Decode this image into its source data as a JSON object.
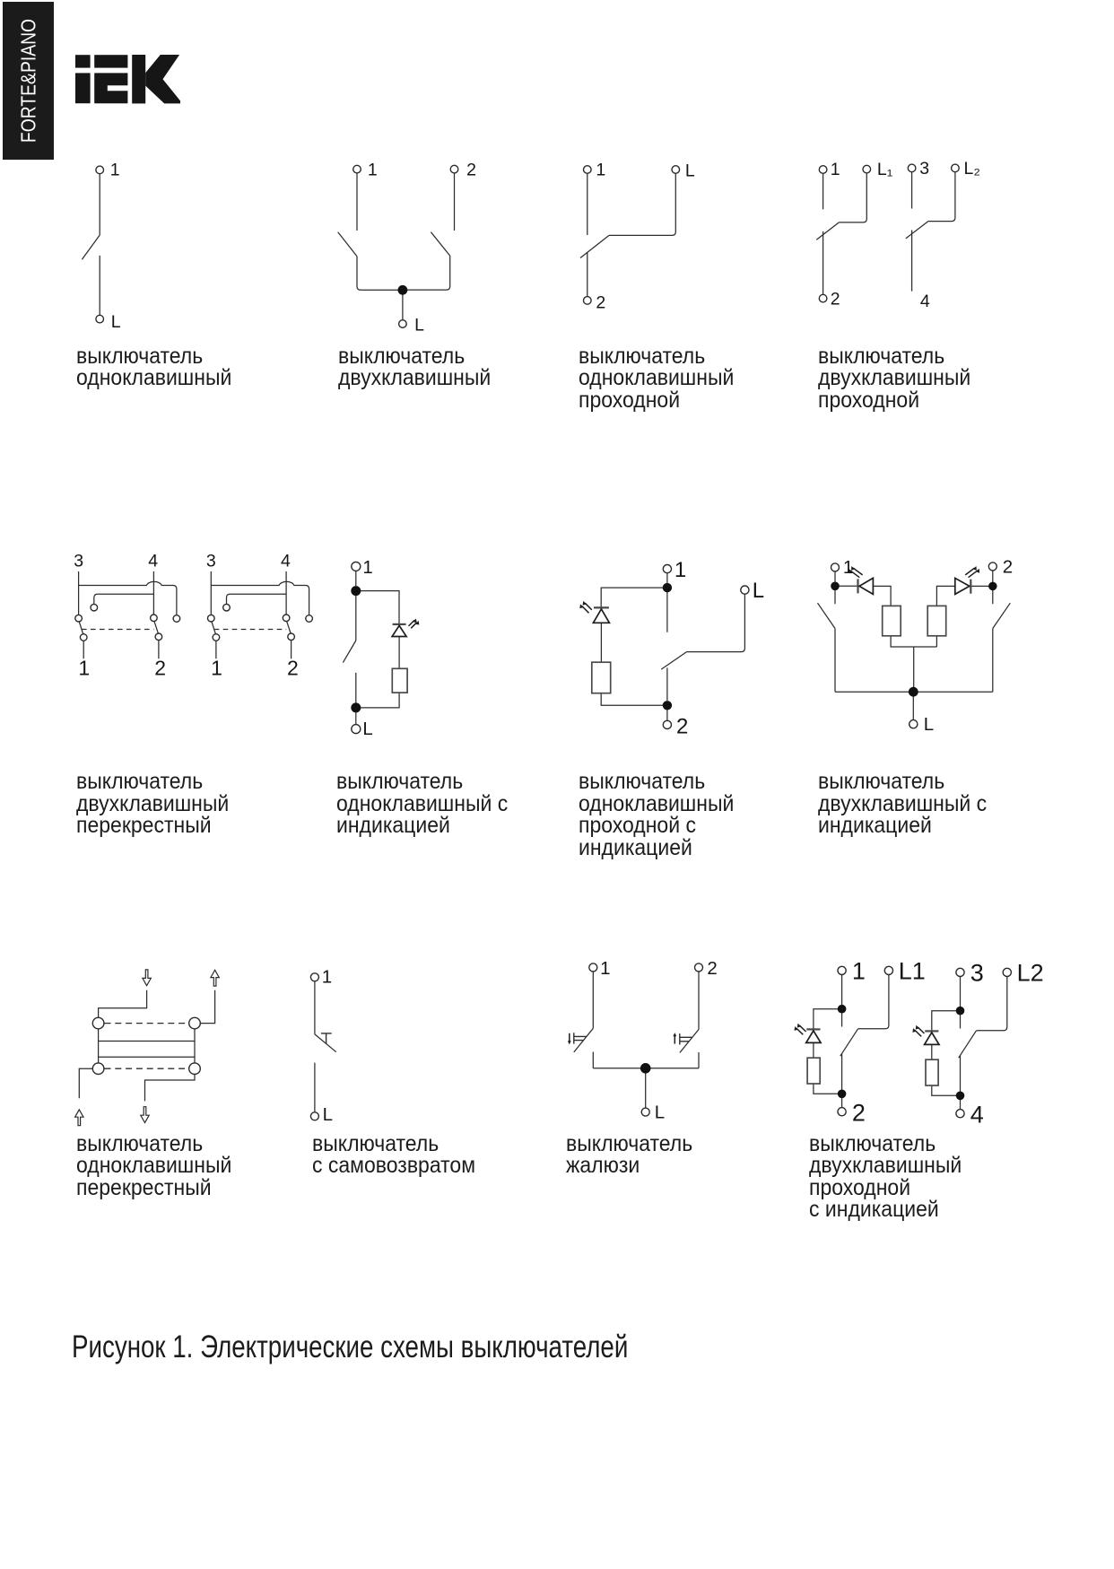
{
  "page": {
    "background": "#ffffff",
    "ink_color": "#2d2d2d",
    "figure_caption": "Рисунок 1. Электрические схемы выключателей"
  },
  "header": {
    "brand_bar_text": "FORTE&PIANO",
    "brand_bar_bg": "#1b1b1b",
    "logo_text": "IEK"
  },
  "diagrams": [
    {
      "id": "single",
      "caption": "выключатель\nодноклавишный",
      "terminals": {
        "t1": "1",
        "tL": "L"
      }
    },
    {
      "id": "double",
      "caption": "выключатель\nдвухклавишный",
      "terminals": {
        "t1": "1",
        "t2": "2",
        "tL": "L"
      }
    },
    {
      "id": "single-pass",
      "caption": "выключатель\nодноклавишный\nпроходной",
      "terminals": {
        "t1": "1",
        "tL": "L",
        "t2": "2"
      }
    },
    {
      "id": "double-pass",
      "caption": "выключатель\nдвухклавишный\nпроходной",
      "terminals": {
        "t1": "1",
        "tL1": "L₁",
        "t3": "3",
        "tL2": "L₂",
        "t2": "2",
        "t4": "4"
      }
    },
    {
      "id": "double-cross",
      "caption": "выключатель\nдвухклавишный\nперекрестный",
      "terminals": {
        "a3": "3",
        "a4": "4",
        "a1": "1",
        "a2": "2",
        "b3": "3",
        "b4": "4",
        "b1": "1",
        "b2": "2"
      }
    },
    {
      "id": "single-ind",
      "caption": "выключатель\nодноклавишный с\nиндикацией",
      "terminals": {
        "t1": "1",
        "tL": "L"
      }
    },
    {
      "id": "single-pass-ind",
      "caption": "выключатель\nодноклавишный\nпроходной с\nиндикацией",
      "terminals": {
        "t1": "1",
        "tL": "L",
        "t2": "2"
      }
    },
    {
      "id": "double-ind",
      "caption": "выключатель\nдвухклавишный с\nиндикацией",
      "terminals": {
        "t1": "1",
        "t2": "2",
        "tL": "L"
      }
    },
    {
      "id": "single-cross",
      "caption": "выключатель\nодноклавишный\nперекрестный",
      "terminals": {}
    },
    {
      "id": "momentary",
      "caption": "выключатель\nс самовозвратом",
      "terminals": {
        "t1": "1",
        "tL": "L"
      }
    },
    {
      "id": "blinds",
      "caption": "выключатель\nжалюзи",
      "terminals": {
        "t1": "1",
        "t2": "2",
        "tL": "L"
      }
    },
    {
      "id": "double-pass-ind",
      "caption": "выключатель\nдвухклавишный\nпроходной\nс индикацией",
      "terminals": {
        "t1": "1",
        "tL1": "L1",
        "t2": "2",
        "t3": "3",
        "tL2": "L2",
        "t4": "4"
      }
    }
  ]
}
